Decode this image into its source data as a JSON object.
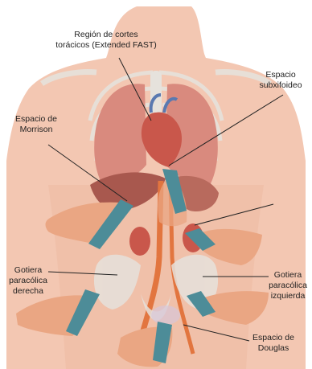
{
  "labels": {
    "region_cortes": {
      "line1": "Región de cortes",
      "line2": "torácicos (Extended FAST)"
    },
    "espacio_subxifoideo": {
      "line1": "Espacio",
      "line2": "subxifoideo"
    },
    "espacio_morrison": {
      "line1": "Espacio de",
      "line2": "Morrison"
    },
    "gotiera_derecha": {
      "line1": "Gotiera",
      "line2": "paracólica",
      "line3": "derecha"
    },
    "gotiera_izquierda": {
      "line1": "Gotiera",
      "line2": "paracólica",
      "line3": "izquierda"
    },
    "espacio_douglas": {
      "line1": "Espacio de",
      "line2": "Douglas"
    }
  },
  "colors": {
    "skin": "#f3c7b2",
    "skin_shadow": "#e9a98d",
    "lung": "#d98a7e",
    "heart": "#c9574b",
    "liver": "#a8584e",
    "bone": "#e6e2dc",
    "probe": "#4d8c98",
    "gel": "#6aa9b6",
    "hand": "#eaa683",
    "label_line": "#222222"
  },
  "icons": [
    "ultrasound-probe-icon",
    "hand-icon"
  ]
}
